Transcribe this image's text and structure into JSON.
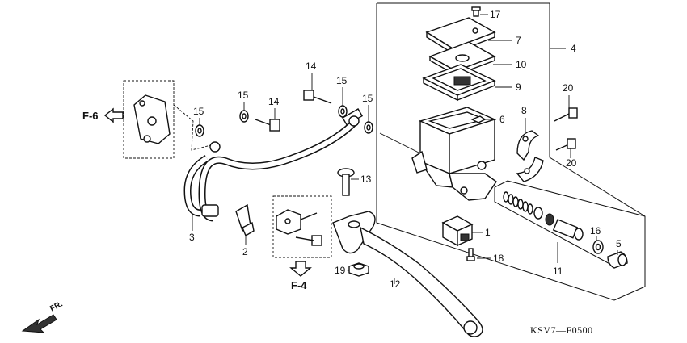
{
  "diagram": {
    "callouts": [
      "17",
      "7",
      "4",
      "10",
      "9",
      "6",
      "8",
      "20",
      "20",
      "14",
      "15",
      "15",
      "14",
      "15",
      "15",
      "13",
      "1",
      "16",
      "5",
      "18",
      "11",
      "19",
      "12",
      "3",
      "2"
    ],
    "refs": {
      "left": "F-6",
      "bottom": "F-4"
    },
    "direction_label": "FR.",
    "code": "KSV7—F0500"
  }
}
